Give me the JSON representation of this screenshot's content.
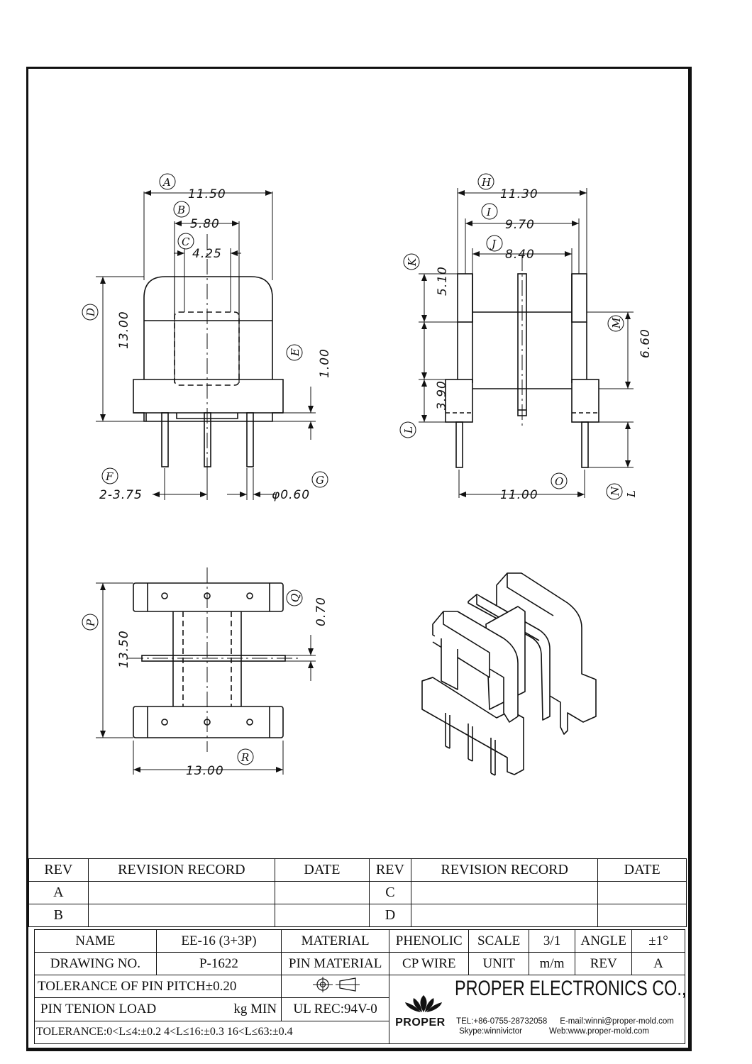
{
  "drawing": {
    "front_view": {
      "dims": {
        "A": "11.50",
        "B": "5.80",
        "C": "4.25",
        "D": "13.00",
        "E": "1.00",
        "F": "2-3.75",
        "G": "φ0.60"
      },
      "labels": [
        "A",
        "B",
        "C",
        "D",
        "E",
        "F",
        "G"
      ]
    },
    "side_view": {
      "dims": {
        "H": "11.30",
        "I": "9.70",
        "J": "8.40",
        "K": "5.10",
        "M": "6.60",
        "L1": "3.90",
        "O": "11.00"
      },
      "labels": [
        "H",
        "I",
        "J",
        "K",
        "M",
        "L",
        "N",
        "L",
        "O"
      ]
    },
    "bottom_view": {
      "dims": {
        "P": "13.50",
        "Q": "0.70",
        "R": "13.00"
      },
      "labels": [
        "P",
        "Q",
        "R"
      ]
    }
  },
  "revision_table": {
    "headers": [
      "REV",
      "REVISION RECORD",
      "DATE",
      "REV",
      "REVISION RECORD",
      "DATE"
    ],
    "rows": [
      [
        "A",
        "",
        "",
        "C",
        "",
        ""
      ],
      [
        "B",
        "",
        "",
        "D",
        "",
        ""
      ]
    ]
  },
  "title_block": {
    "name_label": "NAME",
    "name_value": "EE-16 (3+3P)",
    "material_label": "MATERIAL",
    "material_value": "PHENOLIC",
    "scale_label": "SCALE",
    "scale_value": "3/1",
    "angle_label": "ANGLE",
    "angle_value": "±1°",
    "drawing_no_label": "DRAWING NO.",
    "drawing_no_value": "P-1622",
    "pin_material_label": "PIN MATERIAL",
    "pin_material_value": "CP WIRE",
    "unit_label": "UNIT",
    "unit_value": "m/m",
    "rev_label": "REV",
    "rev_value": "A",
    "tolerance_pitch": "TOLERANCE OF PIN PITCH±0.20",
    "pin_tension_label": "PIN TENION LOAD",
    "pin_tension_unit": "kg MIN",
    "ul_rec": "UL REC:94V-0",
    "tolerance_ranges": "TOLERANCE:0<L≤4:±0.2  4<L≤16:±0.3  16<L≤63:±0.4",
    "company_name": "PROPER ELECTRONICS CO.,LTD",
    "brand": "PROPER",
    "tel": "TEL:+86-0755-28732058",
    "email": "E-mail:winni@proper-mold.com",
    "skype": "Skype:winnivictor",
    "web": "Web:www.proper-mold.com"
  }
}
